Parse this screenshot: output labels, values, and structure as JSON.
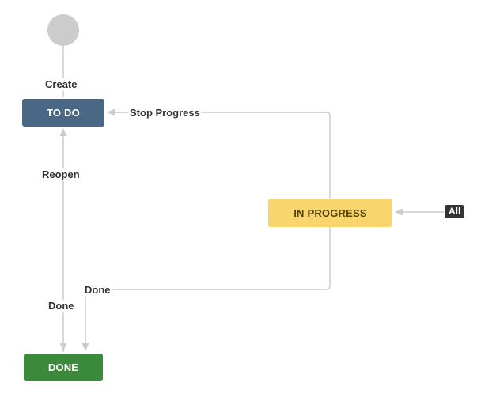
{
  "workflow": {
    "statuses": {
      "todo": "TO DO",
      "in_progress": "IN PROGRESS",
      "done": "DONE"
    },
    "transitions": {
      "create": "Create",
      "stop_progress": "Stop Progress",
      "reopen": "Reopen",
      "done_from_todo": "Done",
      "done_from_in_progress": "Done"
    },
    "global_badge": "All"
  },
  "colors": {
    "todo": "#4a6785",
    "in_progress": "#f8d66d",
    "done": "#3b8a3c",
    "start_node": "#cccccc",
    "connector": "#cccccc",
    "badge": "#333333"
  }
}
